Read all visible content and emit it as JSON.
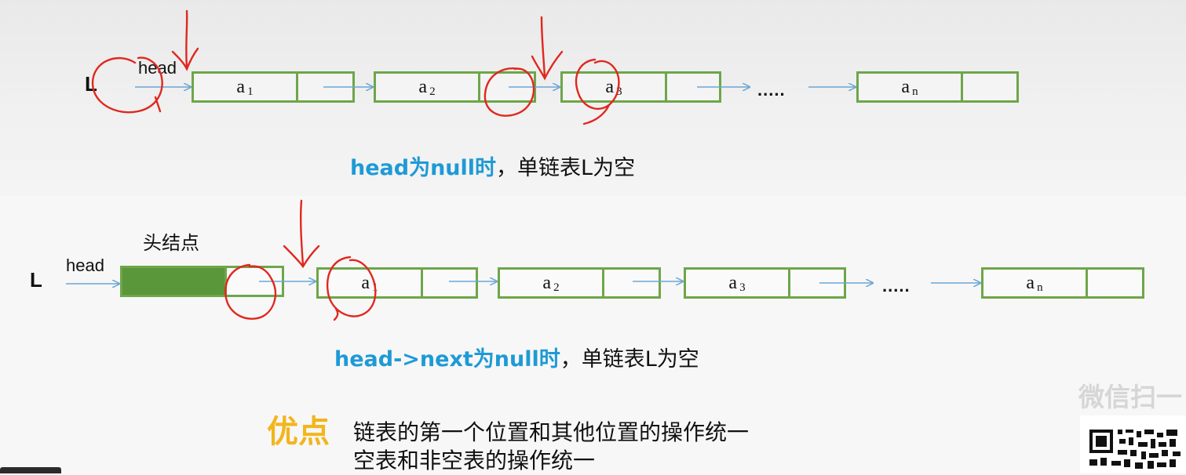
{
  "diagram1": {
    "list_label": "L",
    "head_label": "head",
    "nodes": [
      {
        "base": "a",
        "sub": "1"
      },
      {
        "base": "a",
        "sub": "2"
      },
      {
        "base": "a",
        "sub": "3"
      },
      {
        "base": "a",
        "sub": "n"
      }
    ],
    "ellipsis": ".....",
    "caption_highlight": "head为null时",
    "caption_rest": "，单链表L为空"
  },
  "diagram2": {
    "list_label": "L",
    "head_label": "head",
    "head_node_label": "头结点",
    "nodes": [
      {
        "base": "a",
        "sub": "1"
      },
      {
        "base": "a",
        "sub": "2"
      },
      {
        "base": "a",
        "sub": "3"
      },
      {
        "base": "a",
        "sub": "n"
      }
    ],
    "ellipsis": ".....",
    "caption_highlight": "head->next为null时",
    "caption_rest": "，单链表L为空"
  },
  "advantages": {
    "title": "优点",
    "lines": [
      "链表的第一个位置和其他位置的操作统一",
      "空表和非空表的操作统一"
    ]
  },
  "watermark": {
    "text": "微信扫一"
  },
  "colors": {
    "node_border": "#6ea64a",
    "head_node_fill": "#5a963a",
    "arrow": "#6aa6d6",
    "highlight_text": "#1e9ad6",
    "advantage_title": "#f2b51c",
    "annotation_red": "#e0281e"
  }
}
